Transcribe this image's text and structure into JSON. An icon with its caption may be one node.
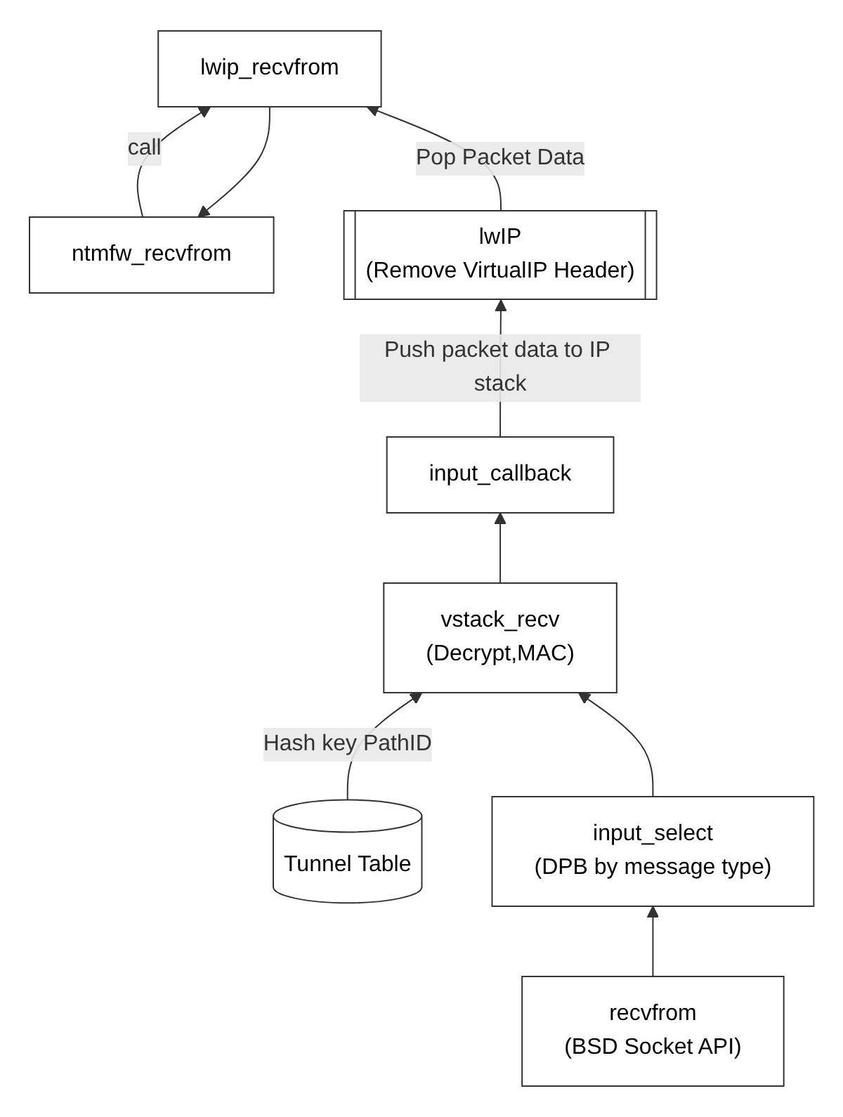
{
  "diagram": {
    "nodes": [
      {
        "text": [
          "ntmfw_recvfrom"
        ]
      },
      {
        "text": [
          "lwip_recvfrom"
        ]
      },
      {
        "text": [
          "lwIP",
          "(Remove VirtualIP Header)"
        ]
      },
      {
        "text": [
          "input_callback"
        ]
      },
      {
        "text": [
          "vstack_recv",
          "(Decrypt,MAC)"
        ]
      },
      {
        "text": [
          "Tunnel Table"
        ]
      },
      {
        "text": [
          "input_select",
          "(DPB by message type)"
        ]
      },
      {
        "text": [
          "recvfrom",
          "(BSD Socket API)"
        ]
      }
    ],
    "edges": [
      {
        "from": 0,
        "to": 1,
        "arrow": "to",
        "label": "call"
      },
      {
        "from": 1,
        "to": 0,
        "arrow": "to"
      },
      {
        "from": 2,
        "to": 1,
        "arrow": "to",
        "label": "Pop Packet Data"
      },
      {
        "from": 3,
        "to": 2,
        "arrow": "to",
        "label": "Push packet data to IP stack"
      },
      {
        "from": 4,
        "to": 3,
        "arrow": "to"
      },
      {
        "from": 5,
        "to": 4,
        "arrow": "to",
        "label": "Hash key PathID"
      },
      {
        "from": 6,
        "to": 4,
        "arrow": "to"
      },
      {
        "from": 7,
        "to": 6,
        "arrow": "to"
      }
    ]
  }
}
